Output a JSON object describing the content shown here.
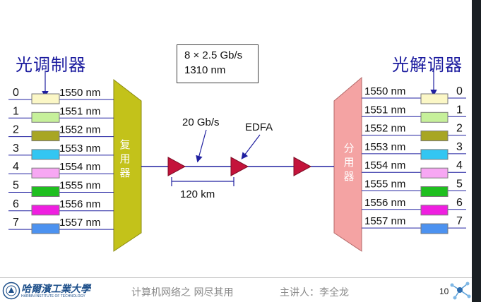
{
  "titles": {
    "modulator": "光调制器",
    "demodulator": "光解调器"
  },
  "info_box": {
    "line1": "8 × 2.5 Gb/s",
    "line2": "1310 nm"
  },
  "channels": [
    {
      "index": "0",
      "wavelength": "1550 nm",
      "color": "#fbf7c6"
    },
    {
      "index": "1",
      "wavelength": "1551 nm",
      "color": "#c6f09a"
    },
    {
      "index": "2",
      "wavelength": "1552 nm",
      "color": "#a8a623"
    },
    {
      "index": "3",
      "wavelength": "1553 nm",
      "color": "#33c6f2"
    },
    {
      "index": "4",
      "wavelength": "1554 nm",
      "color": "#f7a7f3"
    },
    {
      "index": "5",
      "wavelength": "1555 nm",
      "color": "#1fbf1f"
    },
    {
      "index": "6",
      "wavelength": "1556 nm",
      "color": "#ef1fe0"
    },
    {
      "index": "7",
      "wavelength": "1557 nm",
      "color": "#4c92f0"
    }
  ],
  "mux": {
    "label": "复用器",
    "color": "#c3c21a"
  },
  "demux": {
    "label": "分用器",
    "color": "#f4a3a3"
  },
  "link": {
    "rate_label": "20 Gb/s",
    "amplifier_label": "EDFA",
    "span_label": "120 km",
    "amplifier_color": "#c4133b",
    "line_color": "#2020a0"
  },
  "footer": {
    "university_name": "哈爾濱工業大學",
    "university_name_en": "HARBIN INSTITUTE OF TECHNOLOGY",
    "course": "计算机网络之 网尽其用",
    "lecturer": "主讲人：李全龙",
    "page": "10"
  }
}
